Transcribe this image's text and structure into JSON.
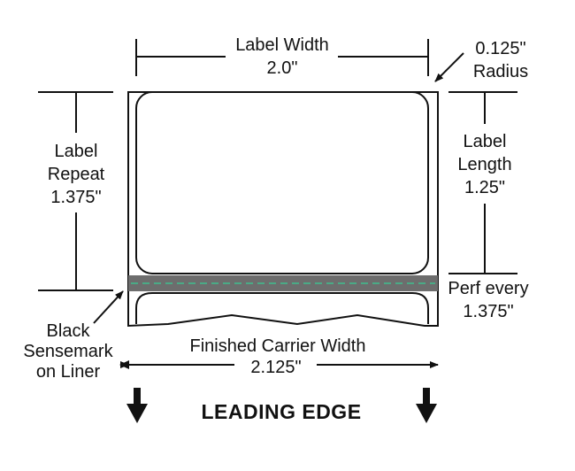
{
  "label_width": {
    "title": "Label Width",
    "value": "2.0\""
  },
  "radius": {
    "value": "0.125\"",
    "title": "Radius"
  },
  "label_repeat": {
    "line1": "Label",
    "line2": "Repeat",
    "value": "1.375\""
  },
  "label_length": {
    "line1": "Label",
    "line2": "Length",
    "value": "1.25\""
  },
  "perf": {
    "line1": "Perf every",
    "value": "1.375\""
  },
  "sensemark": {
    "line1": "Black",
    "line2": "Sensemark",
    "line3": "on Liner"
  },
  "carrier_width": {
    "title": "Finished Carrier Width",
    "value": "2.125\""
  },
  "leading_edge": "LEADING EDGE",
  "colors": {
    "line": "#111111",
    "sensemark": "#6d6d6d",
    "perf_dash": "#3fbf8f"
  }
}
